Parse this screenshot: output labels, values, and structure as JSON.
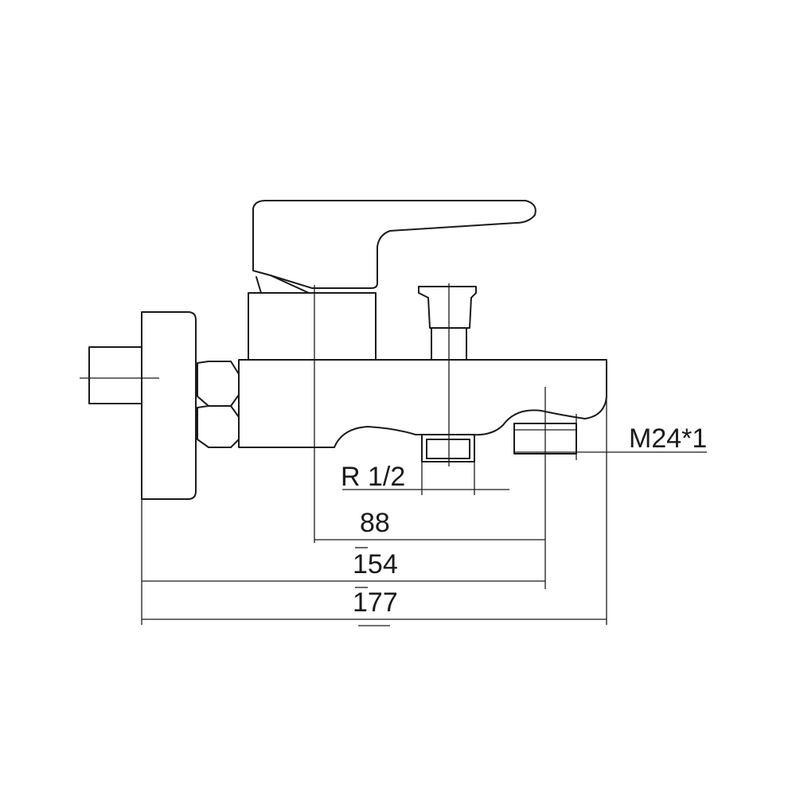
{
  "labels": {
    "thread_spout": "M24*1",
    "thread_inlet": "R 1/2"
  },
  "dimensions": {
    "handle_to_spout_end": "88",
    "wall_to_spout_end": "154",
    "overall_length": "177"
  },
  "colors": {
    "line": "#1a1a1a",
    "background": "#ffffff"
  }
}
